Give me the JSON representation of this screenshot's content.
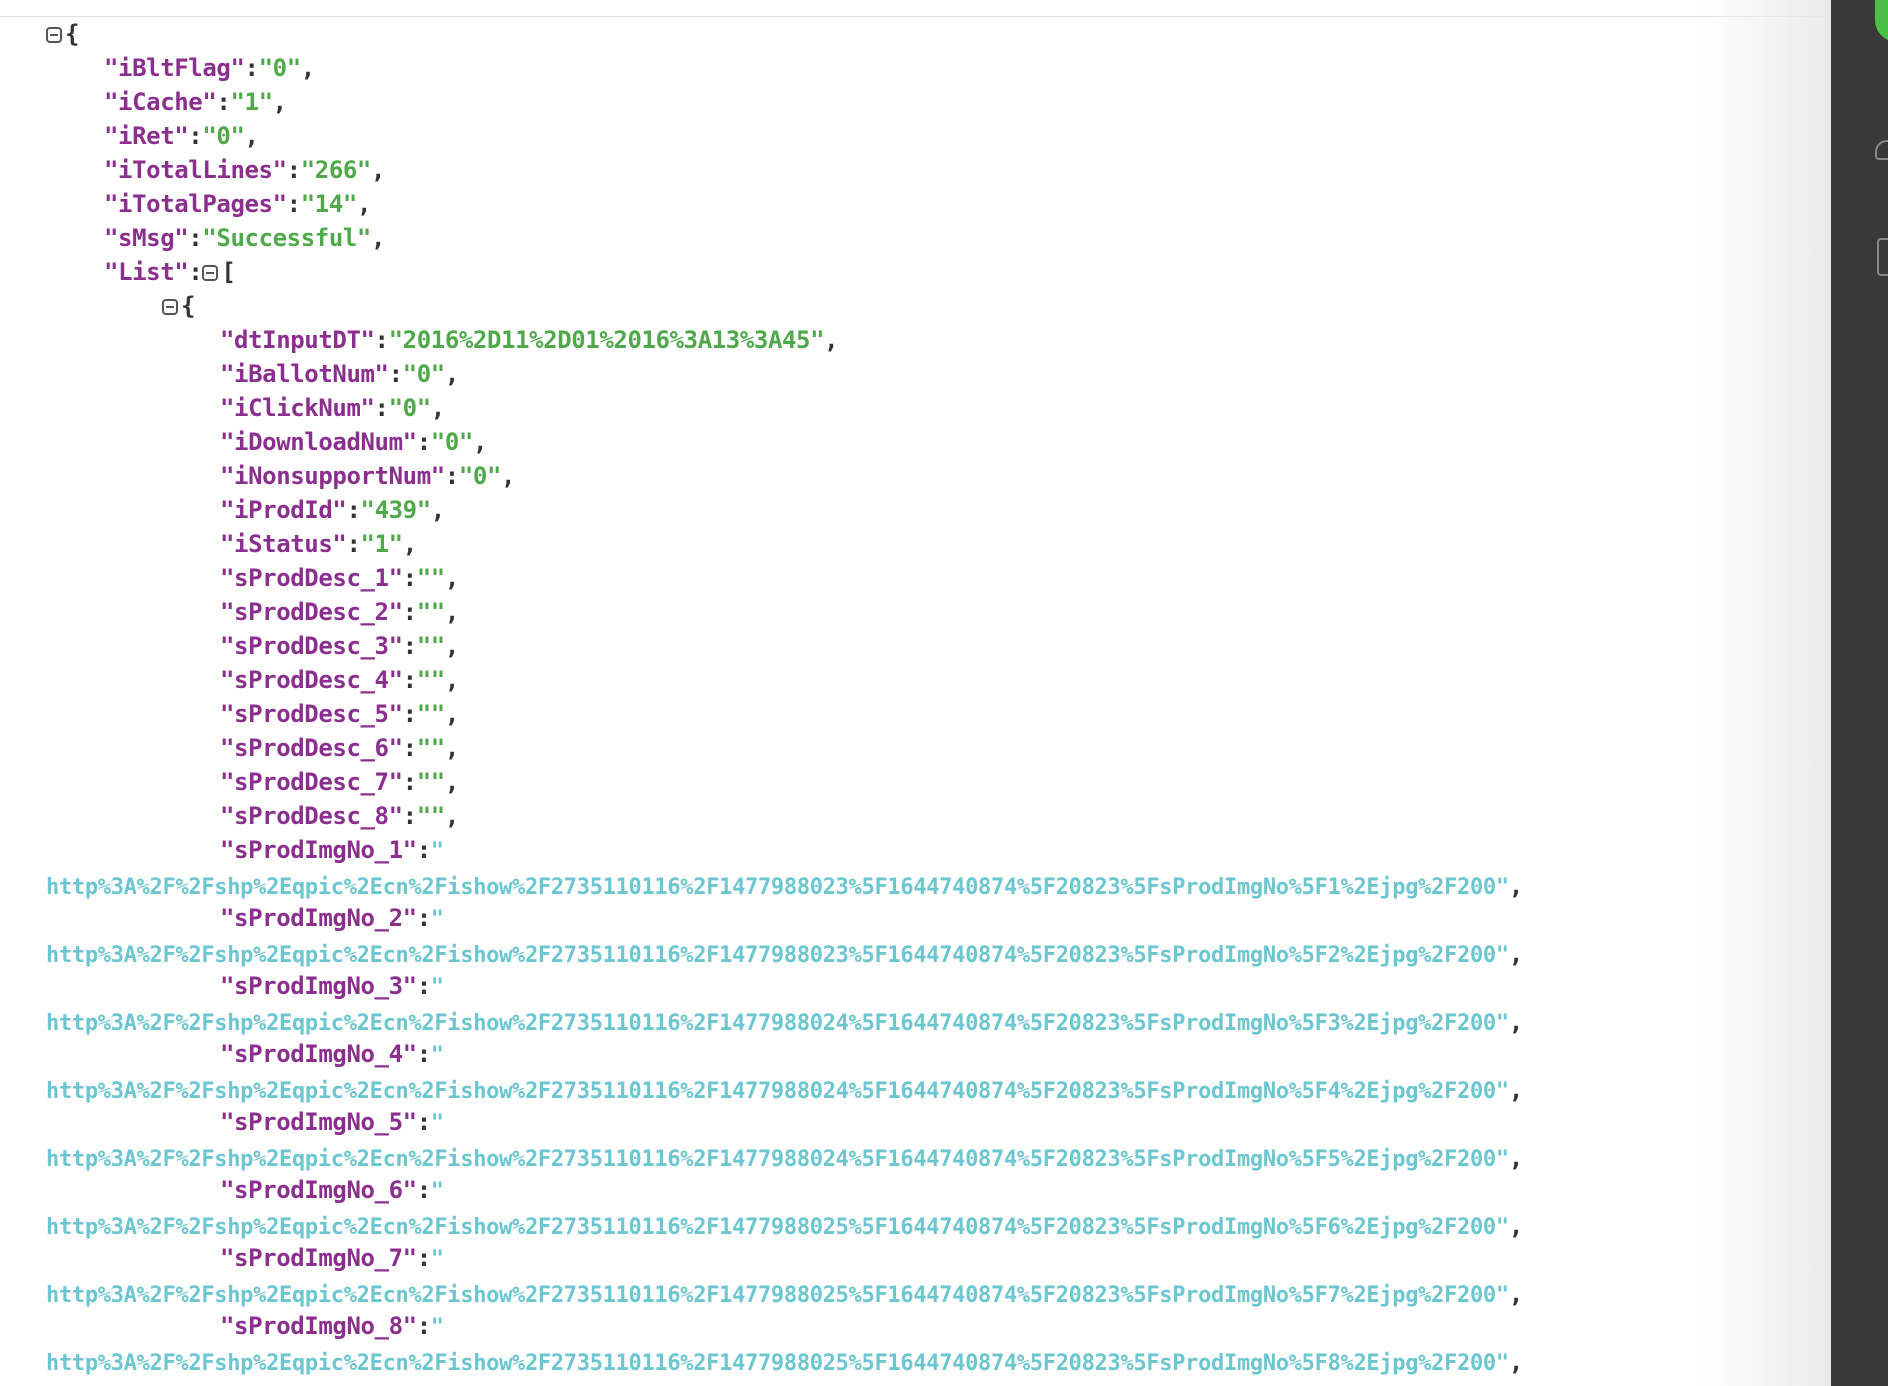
{
  "json_viewer": {
    "root": {
      "iBltFlag": "0",
      "iCache": "1",
      "iRet": "0",
      "iTotalLines": "266",
      "iTotalPages": "14",
      "sMsg": "Successful",
      "list_key": "List",
      "first_item": {
        "dtInputDT": "2016%2D11%2D01%2016%3A13%3A45",
        "iBallotNum": "0",
        "iClickNum": "0",
        "iDownloadNum": "0",
        "iNonsupportNum": "0",
        "iProdId": "439",
        "iStatus": "1",
        "sProdDesc_1": "",
        "sProdDesc_2": "",
        "sProdDesc_3": "",
        "sProdDesc_4": "",
        "sProdDesc_5": "",
        "sProdDesc_6": "",
        "sProdDesc_7": "",
        "sProdDesc_8": "",
        "sProdImgNo_1": "http%3A%2F%2Fshp%2Eqpic%2Ecn%2Fishow%2F2735110116%2F1477988023%5F1644740874%5F20823%5FsProdImgNo%5F1%2Ejpg%2F200",
        "sProdImgNo_2": "http%3A%2F%2Fshp%2Eqpic%2Ecn%2Fishow%2F2735110116%2F1477988023%5F1644740874%5F20823%5FsProdImgNo%5F2%2Ejpg%2F200",
        "sProdImgNo_3": "http%3A%2F%2Fshp%2Eqpic%2Ecn%2Fishow%2F2735110116%2F1477988024%5F1644740874%5F20823%5FsProdImgNo%5F3%2Ejpg%2F200",
        "sProdImgNo_4": "http%3A%2F%2Fshp%2Eqpic%2Ecn%2Fishow%2F2735110116%2F1477988024%5F1644740874%5F20823%5FsProdImgNo%5F4%2Ejpg%2F200",
        "sProdImgNo_5": "http%3A%2F%2Fshp%2Eqpic%2Ecn%2Fishow%2F2735110116%2F1477988024%5F1644740874%5F20823%5FsProdImgNo%5F5%2Ejpg%2F200",
        "sProdImgNo_6": "http%3A%2F%2Fshp%2Eqpic%2Ecn%2Fishow%2F2735110116%2F1477988025%5F1644740874%5F20823%5FsProdImgNo%5F6%2Ejpg%2F200",
        "sProdImgNo_7": "http%3A%2F%2Fshp%2Eqpic%2Ecn%2Fishow%2F2735110116%2F1477988025%5F1644740874%5F20823%5FsProdImgNo%5F7%2Ejpg%2F200",
        "sProdImgNo_8": "http%3A%2F%2Fshp%2Eqpic%2Ecn%2Fishow%2F2735110116%2F1477988025%5F1644740874%5F20823%5FsProdImgNo%5F8%2Ejpg%2F200"
      }
    }
  },
  "colors": {
    "key": "#8b2f8f",
    "string": "#4fa84a",
    "url_string": "#6cc6cf",
    "punctuation": "#333333",
    "sidebar": "#393939",
    "sidebar_accent": "#4cc046"
  },
  "icons": {
    "collapse": "collapse-toggle-icon"
  }
}
